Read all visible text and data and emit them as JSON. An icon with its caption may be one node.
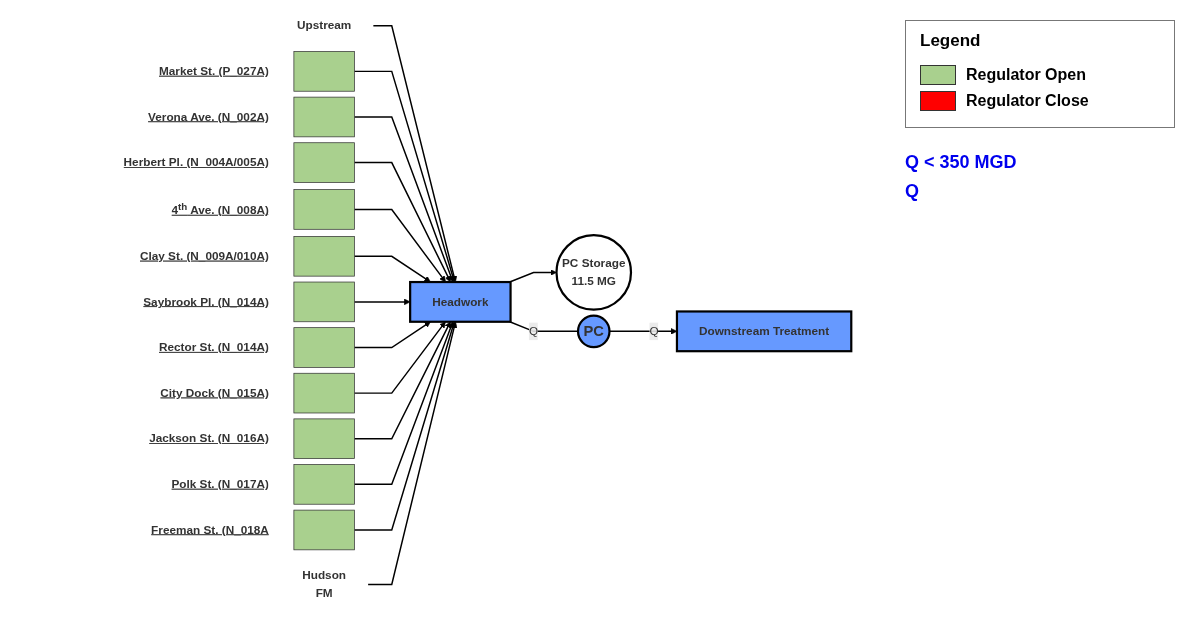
{
  "diagram": {
    "nodes": [
      {
        "text": [
          "Upstream"
        ]
      },
      {
        "text": [],
        "shape": "box",
        "beside": [
          "Market St. (P_027A)"
        ]
      },
      {
        "text": [],
        "shape": "box",
        "beside": [
          "Verona Ave. (N_002A)"
        ]
      },
      {
        "text": [],
        "shape": "box",
        "beside": [
          "Herbert Pl. (N_004A/005A)"
        ]
      },
      {
        "text": [],
        "shape": "box",
        "beside": [
          "4$^{th}$ Ave. (N_008A)"
        ]
      },
      {
        "text": [],
        "shape": "box",
        "beside": [
          "Clay St. (N_009A/010A)"
        ]
      },
      {
        "text": [],
        "shape": "box",
        "beside": [
          "Saybrook Pl. (N_014A)"
        ]
      },
      {
        "text": [],
        "shape": "box",
        "beside": [
          "Rector St. (N_014A)"
        ]
      },
      {
        "text": [],
        "shape": "box",
        "beside": [
          "City Dock (N_015A)"
        ]
      },
      {
        "text": [],
        "shape": "box",
        "beside": [
          "Jackson St. (N_016A)"
        ]
      },
      {
        "text": [],
        "shape": "box",
        "beside": [
          "Polk St. (N_017A)"
        ]
      },
      {
        "text": [],
        "shape": "box",
        "beside": [
          "Freeman St. (N_018A"
        ]
      },
      {
        "text": [
          "Hudson",
          "FM"
        ]
      },
      {
        "text": [
          "Headwork"
        ]
      },
      {
        "text": [
          "PC Storage",
          "11.5 MG"
        ]
      },
      {
        "text": [
          "PC"
        ]
      },
      {
        "text": [
          "Downstream Treatment"
        ]
      }
    ],
    "edges": [
      {
        "from": 0,
        "to": 13,
        "arrow": "to"
      },
      {
        "from": 1,
        "to": 13,
        "arrow": "to"
      },
      {
        "from": 2,
        "to": 13,
        "arrow": "to"
      },
      {
        "from": 3,
        "to": 13,
        "arrow": "to"
      },
      {
        "from": 4,
        "to": 13,
        "arrow": "to"
      },
      {
        "from": 5,
        "to": 13,
        "arrow": "to"
      },
      {
        "from": 6,
        "to": 13,
        "arrow": "to"
      },
      {
        "from": 7,
        "to": 13,
        "arrow": "to"
      },
      {
        "from": 8,
        "to": 13,
        "arrow": "to"
      },
      {
        "from": 9,
        "to": 13,
        "arrow": "to"
      },
      {
        "from": 10,
        "to": 13,
        "arrow": "to"
      },
      {
        "from": 11,
        "to": 13,
        "arrow": "to"
      },
      {
        "from": 12,
        "to": 13,
        "arrow": "to"
      },
      {
        "from": 13,
        "to": 14,
        "arrow": "to"
      },
      {
        "from": 13,
        "to": 15,
        "arrow": "none",
        "label": "Q"
      },
      {
        "from": 15,
        "to": 16,
        "arrow": "to",
        "label": "Q"
      }
    ],
    "labels": [
      "Legend",
      "Q < 350 MGD",
      "Q"
    ],
    "legend": [
      {
        "text": "Regulator Open",
        "color": "#a9d08e"
      },
      {
        "text": "Regulator Close",
        "color": "#ff0000"
      }
    ]
  }
}
